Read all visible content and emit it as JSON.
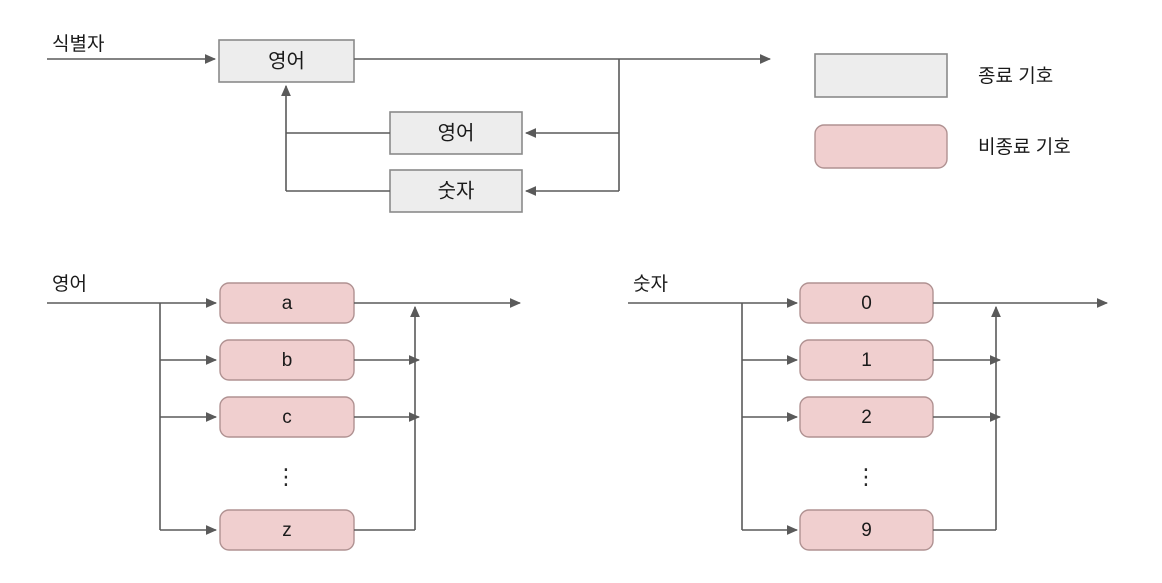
{
  "diagram": {
    "title_visible": false,
    "colors": {
      "terminal_fill": "#ededed",
      "terminal_stroke": "#8a8a8a",
      "nonterminal_fill": "#f0cfcf",
      "nonterminal_stroke": "#b09292",
      "connector": "#5a5a5a",
      "text": "#1a1a1a",
      "background": "#ffffff"
    },
    "rules": [
      {
        "name": "identifier-rule",
        "label": "식별자",
        "boxes": [
          {
            "name": "box-main-english",
            "text": "영어",
            "kind": "terminal"
          },
          {
            "name": "box-loop-english",
            "text": "영어",
            "kind": "terminal"
          },
          {
            "name": "box-loop-number",
            "text": "숫자",
            "kind": "terminal"
          }
        ]
      },
      {
        "name": "english-rule",
        "label": "영어",
        "ellipsis": "⋮",
        "boxes": [
          {
            "name": "box-letter-a",
            "text": "a",
            "kind": "nonterminal"
          },
          {
            "name": "box-letter-b",
            "text": "b",
            "kind": "nonterminal"
          },
          {
            "name": "box-letter-c",
            "text": "c",
            "kind": "nonterminal"
          },
          {
            "name": "box-letter-z",
            "text": "z",
            "kind": "nonterminal"
          }
        ]
      },
      {
        "name": "number-rule",
        "label": "숫자",
        "ellipsis": "⋮",
        "boxes": [
          {
            "name": "box-digit-0",
            "text": "0",
            "kind": "nonterminal"
          },
          {
            "name": "box-digit-1",
            "text": "1",
            "kind": "nonterminal"
          },
          {
            "name": "box-digit-2",
            "text": "2",
            "kind": "nonterminal"
          },
          {
            "name": "box-digit-9",
            "text": "9",
            "kind": "nonterminal"
          }
        ]
      }
    ],
    "legend": {
      "name": "legend",
      "items": [
        {
          "name": "legend-terminal",
          "label": "종료 기호",
          "swatch": "terminal"
        },
        {
          "name": "legend-nonterminal",
          "label": "비종료 기호",
          "swatch": "nonterminal"
        }
      ]
    }
  }
}
